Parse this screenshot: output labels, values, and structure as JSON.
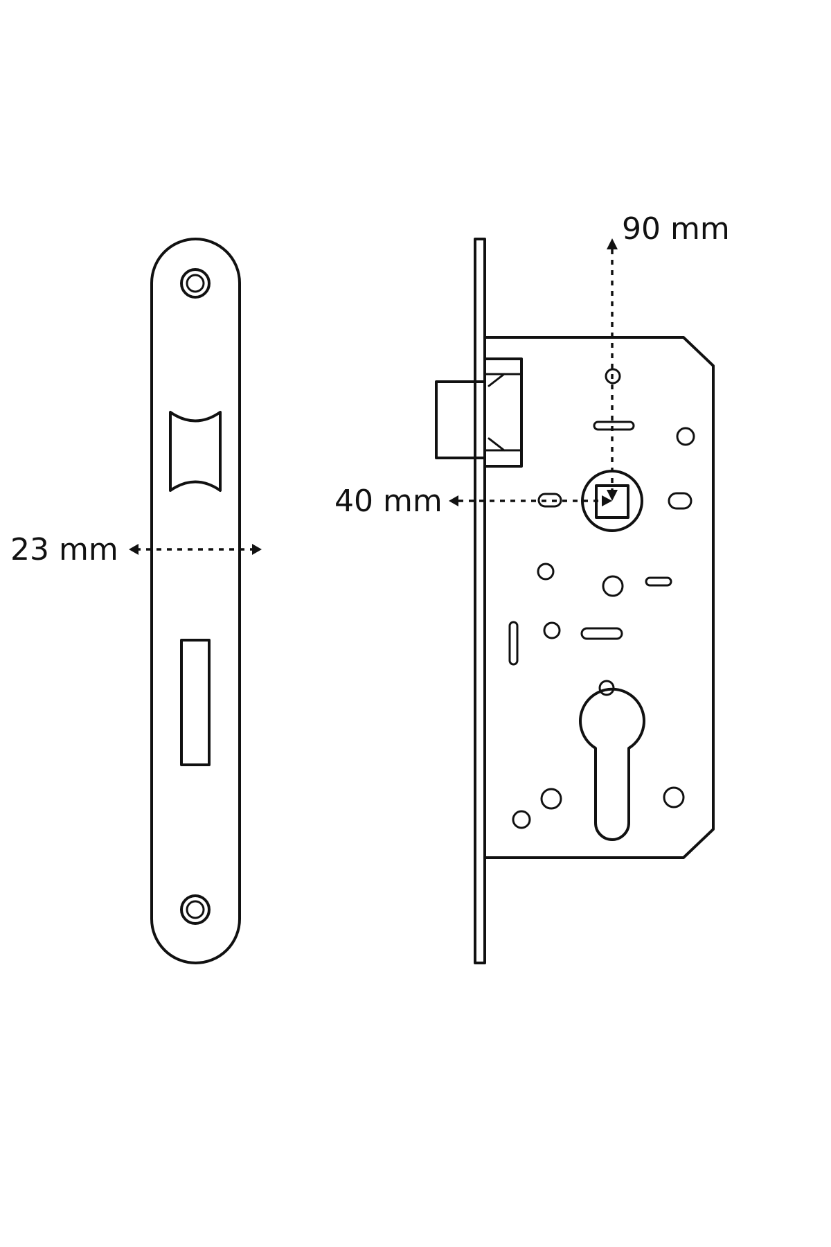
{
  "dimensions": {
    "faceplate_width": "23 mm",
    "backset": "40 mm",
    "follower_height": "90 mm"
  }
}
